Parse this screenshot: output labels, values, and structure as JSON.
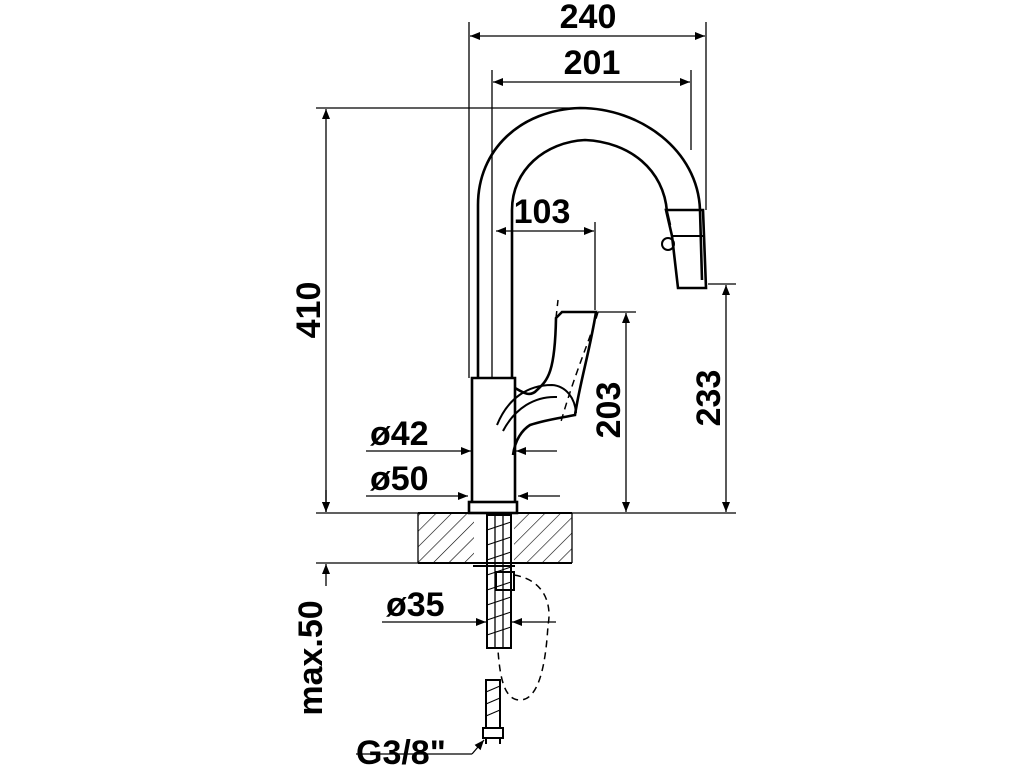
{
  "drawing": {
    "dimensions": {
      "total_width": "240",
      "reach": "201",
      "handle_offset": "103",
      "total_height": "410",
      "handle_height": "203",
      "spout_height": "233",
      "diameter_42": "ø42",
      "diameter_50": "ø50",
      "diameter_35": "ø35",
      "max_thickness": "max.50",
      "connection": "G3/8\""
    },
    "colors": {
      "line": "#000000",
      "background": "#ffffff"
    }
  }
}
